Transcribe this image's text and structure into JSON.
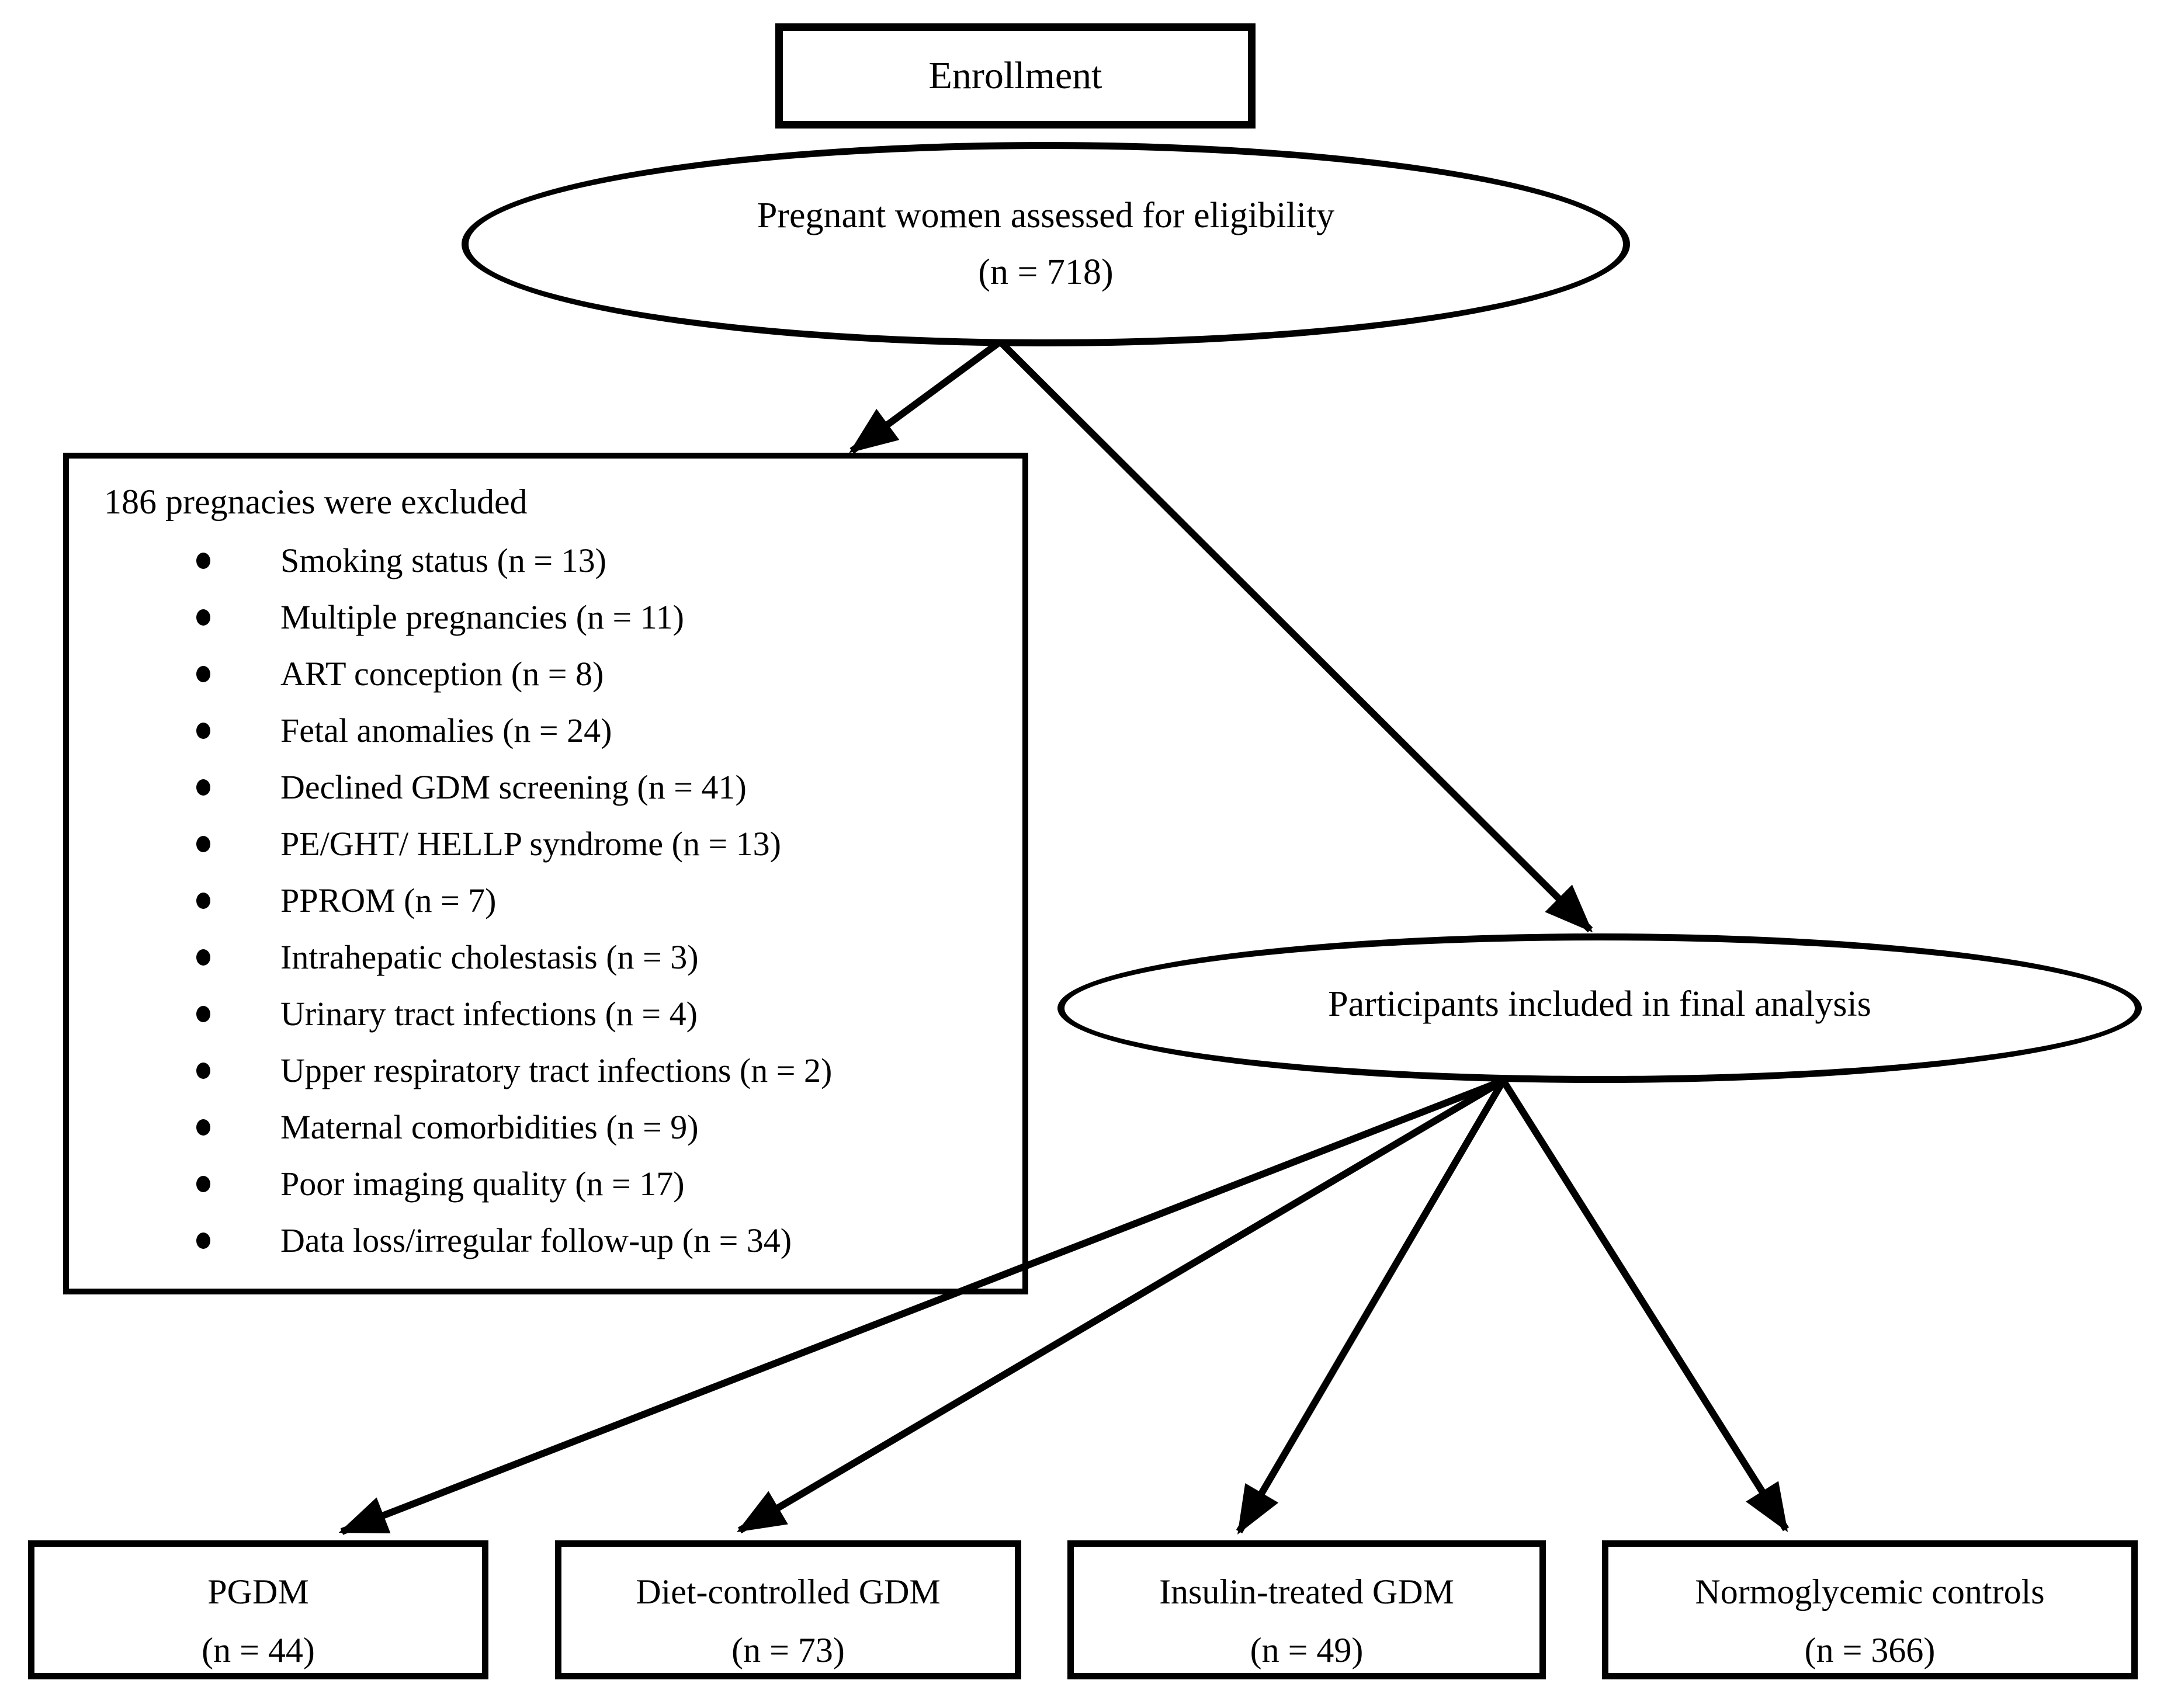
{
  "enrollment": {
    "label": "Enrollment"
  },
  "eligibility": {
    "line1": "Pregnant women assessed for eligibility",
    "count": "(n = 718)"
  },
  "exclusion": {
    "title": "186 pregnacies were excluded",
    "items": [
      "Smoking status (n = 13)",
      "Multiple pregnancies (n = 11)",
      "ART conception (n = 8)",
      "Fetal anomalies (n = 24)",
      "Declined GDM screening (n = 41)",
      "PE/GHT/ HELLP syndrome (n = 13)",
      "PPROM (n = 7)",
      "Intrahepatic cholestasis (n = 3)",
      "Urinary tract infections (n = 4)",
      "Upper respiratory tract infections (n = 2)",
      "Maternal comorbidities (n = 9)",
      "Poor imaging quality (n = 17)",
      "Data loss/irregular follow-up (n = 34)"
    ]
  },
  "final_analysis": {
    "label": "Participants included in final analysis"
  },
  "groups": [
    {
      "label": "PGDM",
      "count": "(n = 44)"
    },
    {
      "label": "Diet-controlled GDM",
      "count": "(n = 73)"
    },
    {
      "label": "Insulin-treated GDM",
      "count": "(n = 49)"
    },
    {
      "label": "Normoglycemic controls",
      "count": "(n = 366)"
    }
  ],
  "colors": {
    "stroke": "#000000",
    "background": "#ffffff"
  }
}
